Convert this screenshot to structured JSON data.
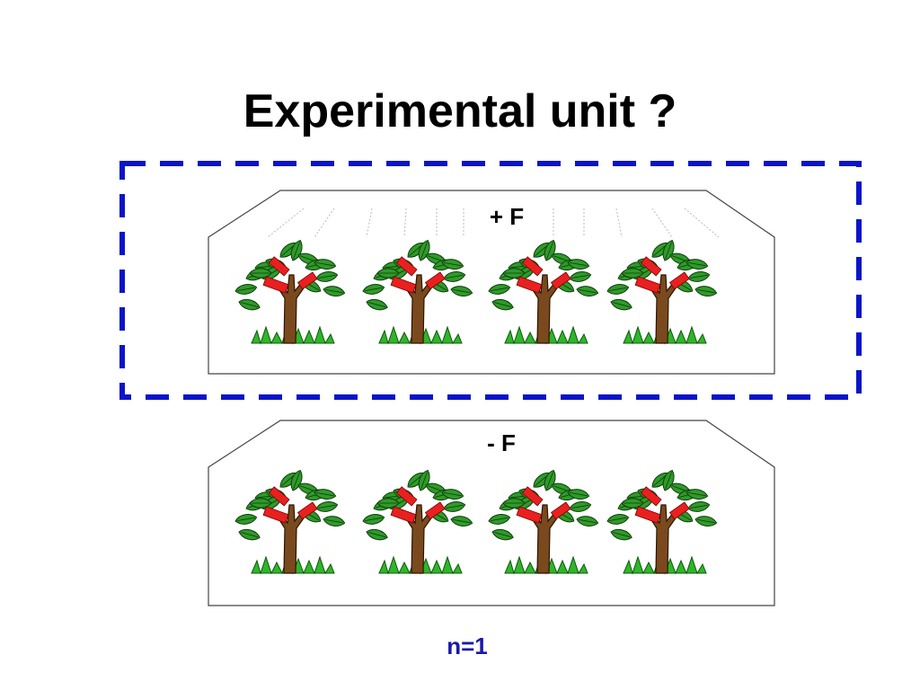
{
  "slide": {
    "title": "Experimental unit ?",
    "top_tray_label": "+ F",
    "bottom_tray_label": "- F",
    "sample_size_label": "n=1"
  },
  "trays": [
    {
      "label": "+ F",
      "tree_count": 4,
      "has_light_rays": true,
      "highlighted": true
    },
    {
      "label": "- F",
      "tree_count": 4,
      "has_light_rays": false,
      "highlighted": false
    }
  ],
  "colors": {
    "highlight_box": "#0a14c8",
    "sample_size_text": "#1a1aaa",
    "tray_border": "#444444",
    "trunk": "#7a4a1e",
    "leaf": "#2f9a2a",
    "leaf_light": "#5cc24a",
    "branch_marker": "#e82020",
    "grass": "#2fb52a"
  }
}
